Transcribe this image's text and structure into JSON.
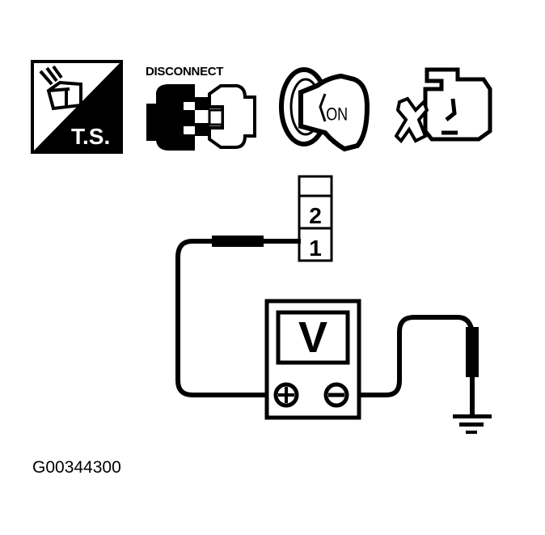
{
  "icons": [
    {
      "name": "test-symbol",
      "label": "T.S."
    },
    {
      "name": "disconnect",
      "label": "DISCONNECT"
    },
    {
      "name": "ignition-key",
      "label": "ON"
    },
    {
      "name": "engine",
      "label": ""
    }
  ],
  "connector": {
    "terminals": [
      "",
      "2",
      "1"
    ]
  },
  "meter": {
    "display": "V",
    "positive": "+",
    "negative": "−"
  },
  "figure_id": "G00344300",
  "colors": {
    "ink": "#000000",
    "paper": "#ffffff"
  }
}
